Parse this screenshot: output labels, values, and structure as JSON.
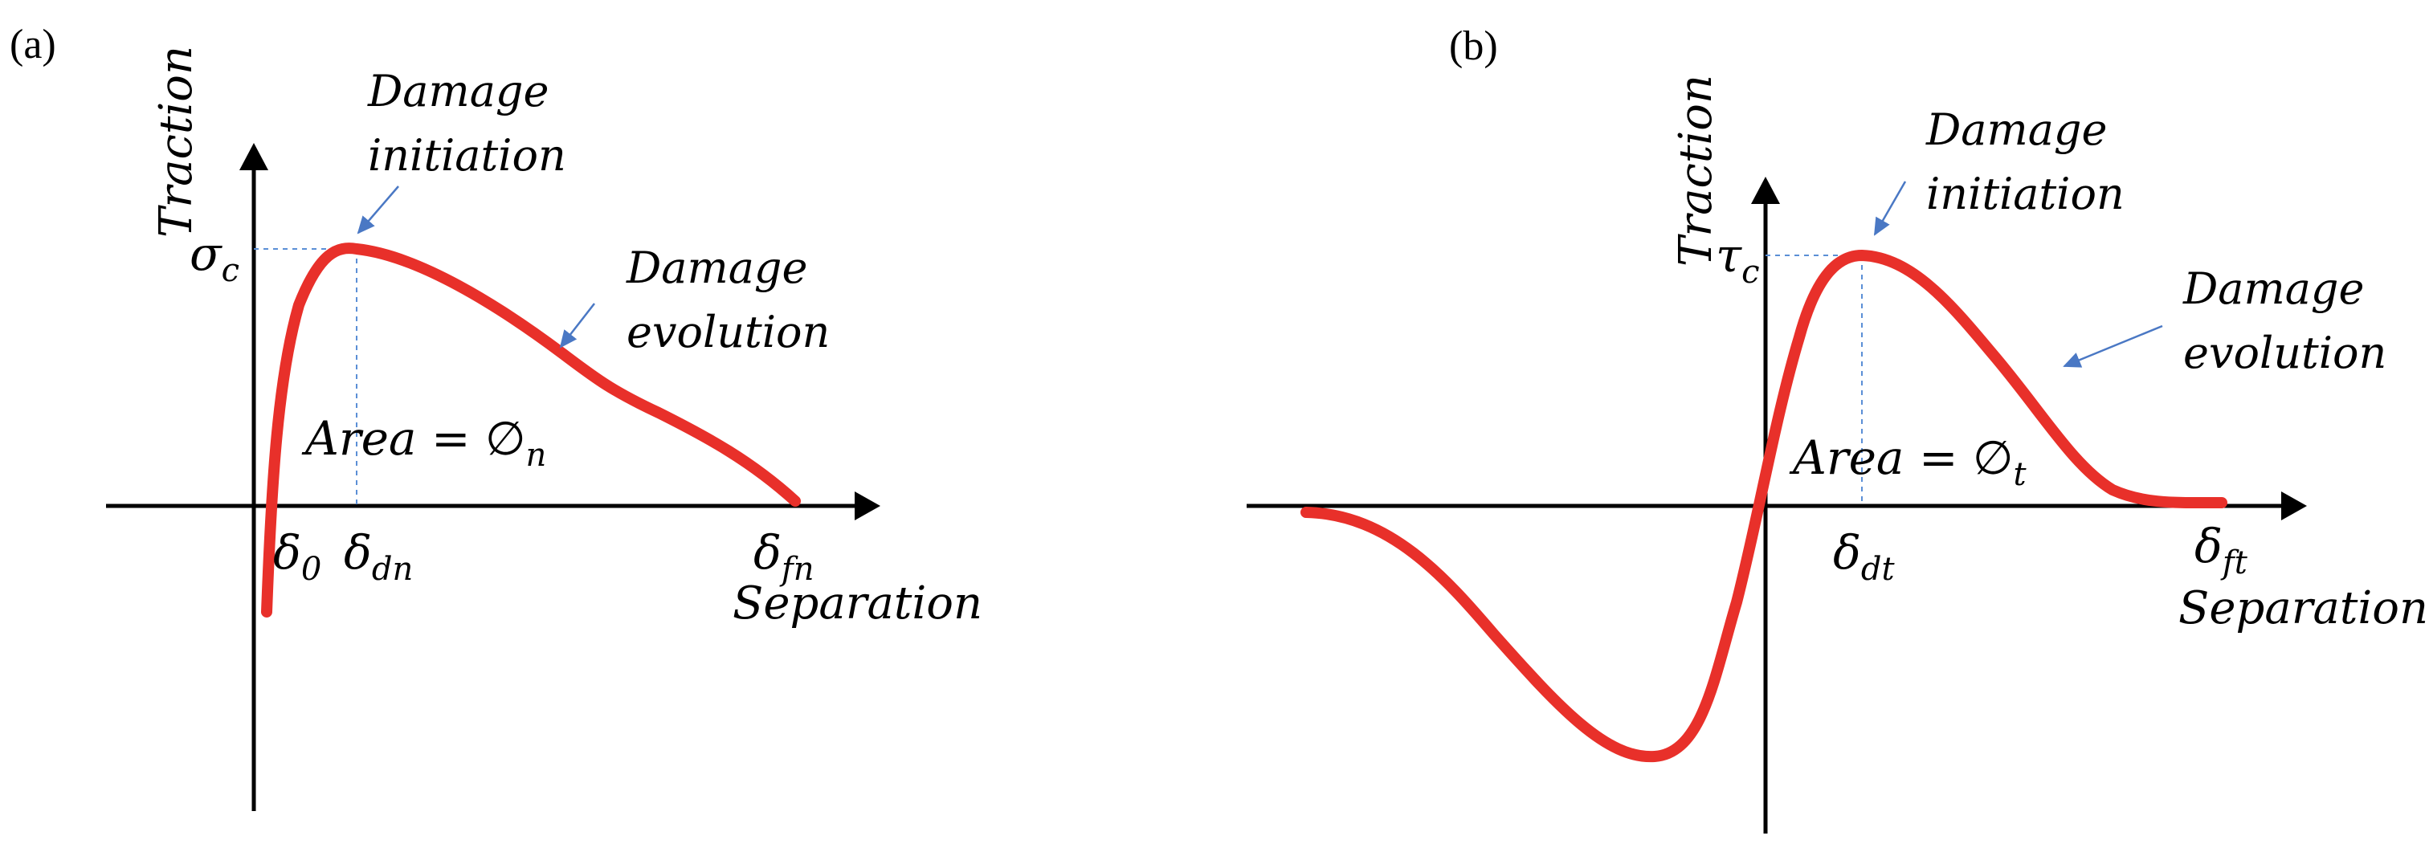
{
  "panels": [
    {
      "label": "(a)",
      "y_axis_label": "Traction",
      "x_axis_label": "Separation",
      "peak_symbol": "σ",
      "peak_symbol_sub": "c",
      "annot_initiation_1": "Damage",
      "annot_initiation_2": "initiation",
      "annot_evolution_1": "Damage",
      "annot_evolution_2": "evolution",
      "area_text": "Area = ",
      "area_phi": "∅",
      "area_sub": "n",
      "ticks": [
        {
          "sym": "δ",
          "sub": "0"
        },
        {
          "sym": "δ",
          "sub": "dn"
        },
        {
          "sym": "δ",
          "sub": "fn"
        }
      ]
    },
    {
      "label": "(b)",
      "y_axis_label": "Traction",
      "x_axis_label": "Separation",
      "peak_symbol": "τ",
      "peak_symbol_sub": "c",
      "annot_initiation_1": "Damage",
      "annot_initiation_2": "initiation",
      "annot_evolution_1": "Damage",
      "annot_evolution_2": "evolution",
      "area_text": "Area = ",
      "area_phi": "∅",
      "area_sub": "t",
      "ticks": [
        {
          "sym": "δ",
          "sub": "dt"
        },
        {
          "sym": "δ",
          "sub": "ft"
        }
      ]
    }
  ],
  "colors": {
    "curve": "#e8302a",
    "axis": "#000000",
    "guide": "#5b8fd6",
    "pointer": "#4a78c4"
  }
}
